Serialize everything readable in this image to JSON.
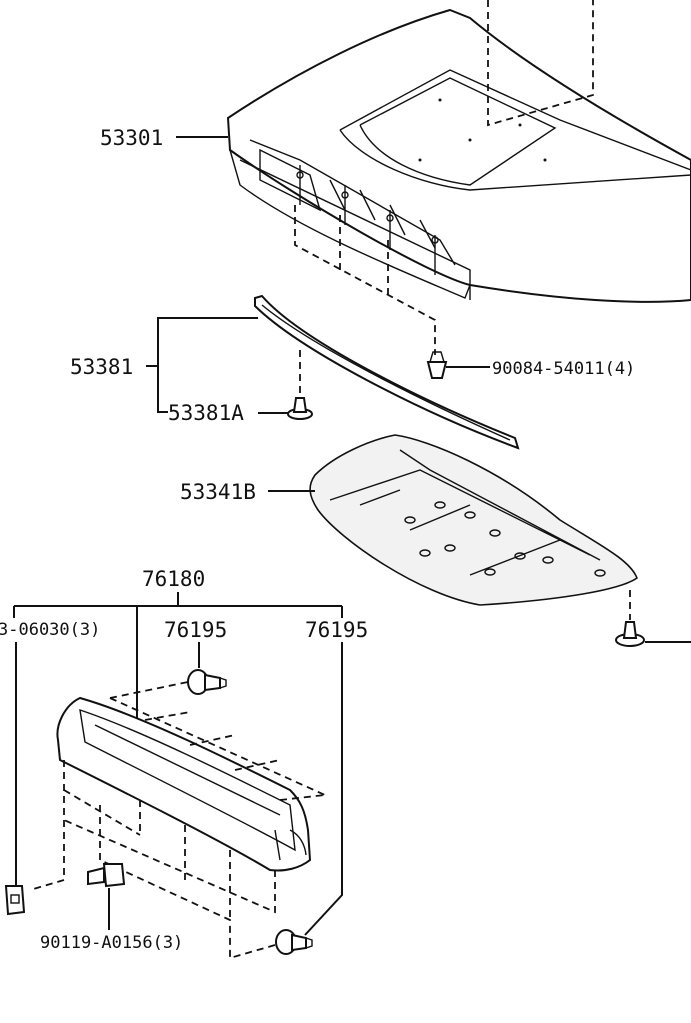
{
  "labels": {
    "hood": "53301",
    "seal_group": "53381",
    "seal_clip": "53381A",
    "hood_clip": "90084-54011(4)",
    "insulator": "53341B",
    "scoop_group": "76180",
    "nut_partial": "3-06030(3)",
    "clip_left": "76195",
    "clip_right": "76195",
    "bolt": "90119-A0156(3)"
  },
  "colors": {
    "line": "#111111",
    "background": "#ffffff",
    "fill": "#f2f2f2"
  }
}
